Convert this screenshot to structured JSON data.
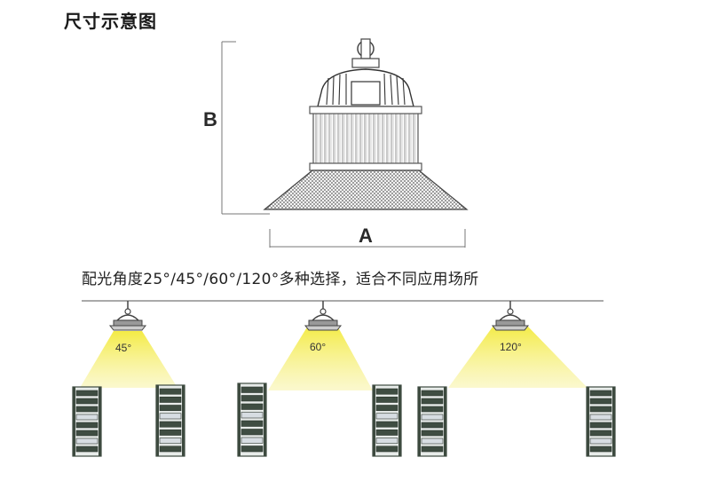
{
  "title": "尺寸示意图",
  "dimensions": {
    "height_label": "B",
    "width_label": "A"
  },
  "caption": "配光角度25°/45°/60°/120°多种选择，适合不同应用场所",
  "beam_scenes": [
    {
      "angle_label": "45°"
    },
    {
      "angle_label": "60°"
    },
    {
      "angle_label": "120°"
    }
  ],
  "colors": {
    "beam": "#f2e84a",
    "line": "#555555",
    "rack": "#3d4a3f"
  }
}
